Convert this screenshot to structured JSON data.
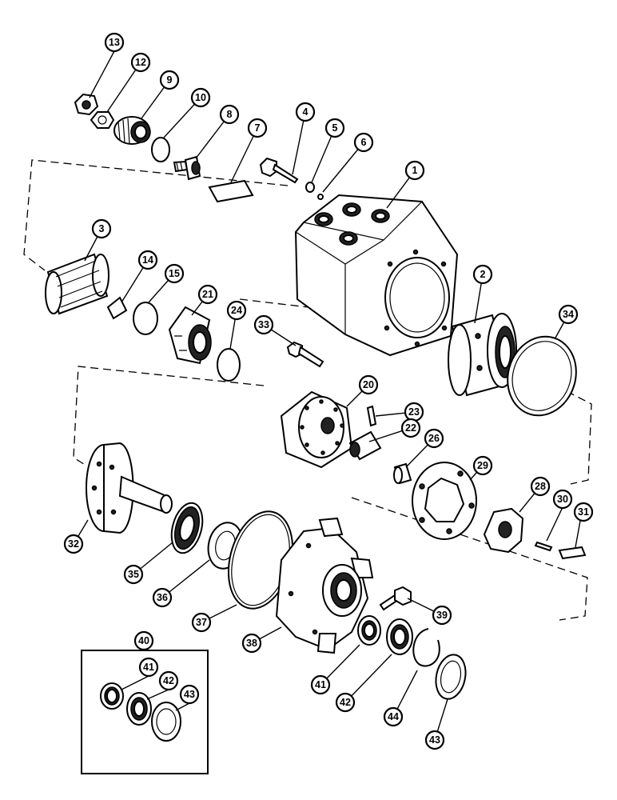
{
  "callouts": [
    {
      "id": "c13",
      "label": "13"
    },
    {
      "id": "c12",
      "label": "12"
    },
    {
      "id": "c9",
      "label": "9"
    },
    {
      "id": "c10",
      "label": "10"
    },
    {
      "id": "c8",
      "label": "8"
    },
    {
      "id": "c7",
      "label": "7"
    },
    {
      "id": "c4",
      "label": "4"
    },
    {
      "id": "c5",
      "label": "5"
    },
    {
      "id": "c6",
      "label": "6"
    },
    {
      "id": "c1",
      "label": "1"
    },
    {
      "id": "c3",
      "label": "3"
    },
    {
      "id": "c14",
      "label": "14"
    },
    {
      "id": "c15",
      "label": "15"
    },
    {
      "id": "c21",
      "label": "21"
    },
    {
      "id": "c24",
      "label": "24"
    },
    {
      "id": "c33",
      "label": "33"
    },
    {
      "id": "c2",
      "label": "2"
    },
    {
      "id": "c34",
      "label": "34"
    },
    {
      "id": "c20",
      "label": "20"
    },
    {
      "id": "c23",
      "label": "23"
    },
    {
      "id": "c22",
      "label": "22"
    },
    {
      "id": "c26",
      "label": "26"
    },
    {
      "id": "c29",
      "label": "29"
    },
    {
      "id": "c28",
      "label": "28"
    },
    {
      "id": "c30",
      "label": "30"
    },
    {
      "id": "c31",
      "label": "31"
    },
    {
      "id": "c32",
      "label": "32"
    },
    {
      "id": "c35",
      "label": "35"
    },
    {
      "id": "c36",
      "label": "36"
    },
    {
      "id": "c37",
      "label": "37"
    },
    {
      "id": "c38",
      "label": "38"
    },
    {
      "id": "c39",
      "label": "39"
    },
    {
      "id": "c40",
      "label": "40"
    },
    {
      "id": "c41a",
      "label": "41"
    },
    {
      "id": "c42a",
      "label": "42"
    },
    {
      "id": "c43a",
      "label": "43"
    },
    {
      "id": "c41b",
      "label": "41"
    },
    {
      "id": "c42b",
      "label": "42"
    },
    {
      "id": "c44",
      "label": "44"
    },
    {
      "id": "c43b",
      "label": "43"
    }
  ]
}
